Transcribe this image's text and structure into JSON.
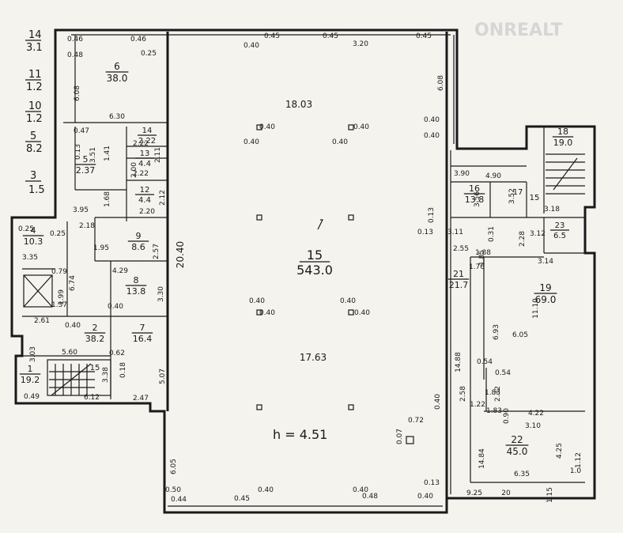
{
  "watermark": "ONREALT",
  "legend": [
    {
      "num": "14",
      "area": "3.1"
    },
    {
      "num": "11",
      "area": "1.2"
    },
    {
      "num": "10",
      "area": "1.2"
    },
    {
      "num": "5",
      "area": "8.2"
    },
    {
      "num": "3",
      "area": "1.5"
    }
  ],
  "rooms": {
    "r1": {
      "num": "1",
      "area": "19.2"
    },
    "r2": {
      "num": "2",
      "area": "38.2"
    },
    "r4": {
      "num": "4",
      "area": "10.3"
    },
    "r5": {
      "num": "5",
      "area": "2.37"
    },
    "r6": {
      "num": "6",
      "area": "38.0"
    },
    "r7": {
      "num": "7",
      "area": "16.4"
    },
    "r8": {
      "num": "8",
      "area": "13.8"
    },
    "r9": {
      "num": "9",
      "area": "8.6"
    },
    "r12": {
      "num": "12",
      "area": "4.4"
    },
    "r13": {
      "num": "13",
      "area": "4.4"
    },
    "r14": {
      "num": "14",
      "area": "2.22"
    },
    "r15": {
      "num": "15",
      "area": "543.0"
    },
    "r15b": {
      "num": "15",
      "area": ""
    },
    "r15n": {
      "num": "15",
      "area": ""
    },
    "r16": {
      "num": "16",
      "area": "13.8"
    },
    "r17": {
      "num": "17",
      "area": ""
    },
    "r18": {
      "num": "18",
      "area": "19.0"
    },
    "r19": {
      "num": "19",
      "area": "69.0"
    },
    "r21": {
      "num": "21",
      "area": "21.7"
    },
    "r22": {
      "num": "22",
      "area": "45.0"
    },
    "r23": {
      "num": "23",
      "area": "6.5"
    }
  },
  "height_note": "h = 4.51",
  "dims": [
    "0.46",
    "0.46",
    "0.48",
    "0.25",
    "6.08",
    "0.40",
    "0.45",
    "0.45",
    "3.20",
    "0.45",
    "6.08",
    "18.03",
    "0.40",
    "0.40",
    "0.40",
    "0.40",
    "6.30",
    "0.47",
    "0.13",
    "3.51",
    "1.41",
    "2.22",
    "2.00",
    "2.22",
    "3.90",
    "4.90",
    "3.56",
    "3.52",
    "3.18",
    "3.95",
    "1.68",
    "2.12",
    "2.20",
    "20.40",
    "0.40",
    "0.40",
    "0.13",
    "0.13",
    "2.18",
    "1.95",
    "2.57",
    "2.55",
    "1.88",
    "0.31",
    "2.28",
    "3.12",
    "3.14",
    "1.85",
    "0.25",
    "0.25",
    "3.35",
    "6.74",
    "0.79",
    "1.99",
    "1.37",
    "4.29",
    "3.30",
    "1.76",
    "6.93",
    "11.10",
    "0.40",
    "6.05",
    "0.40",
    "0.40",
    "0.40",
    "0.40",
    "14.88",
    "2.61",
    "0.40",
    "3.03",
    "5.60",
    "0.62",
    "0.18",
    "5.07",
    "17.63",
    "0.54",
    "0.54",
    "2.32",
    "1.83",
    "2.47",
    "0.49",
    "6.12",
    "0.40",
    "0.07",
    "0.72",
    "1.22",
    "0.90",
    "4.22",
    "3.10",
    "14.84",
    "4.25",
    "1.12",
    "6.35",
    "6.05",
    "0.50",
    "0.44",
    "0.45",
    "0.40",
    "0.40",
    "0.48",
    "0.40",
    "0.13",
    "9.25",
    "20",
    "1.15",
    "1.0",
    "2.58",
    "3.38",
    "1.83",
    "3.11",
    "2.11"
  ]
}
